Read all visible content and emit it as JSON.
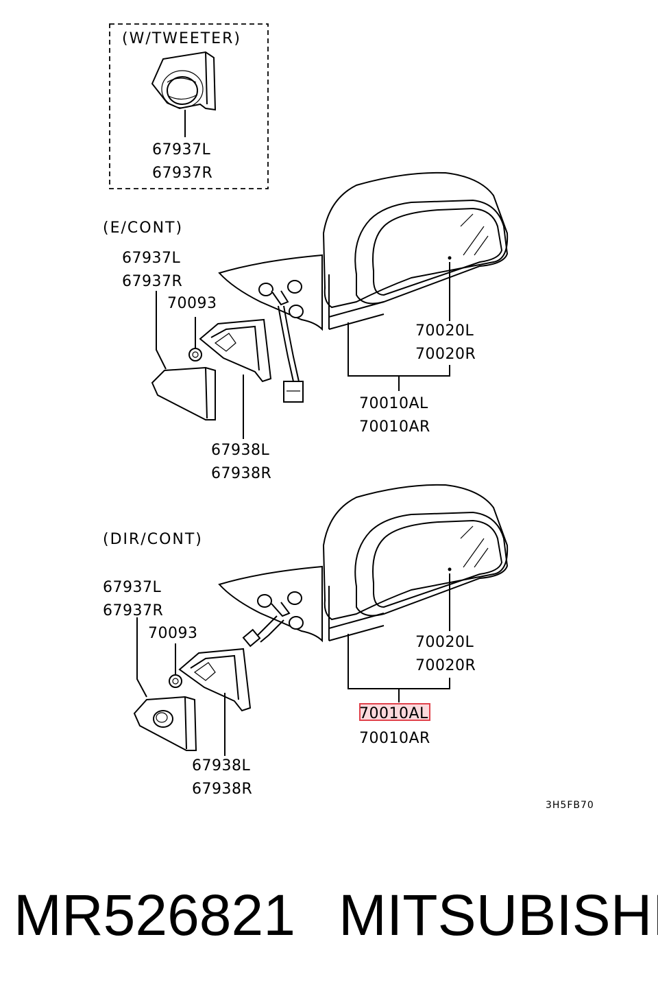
{
  "sections": {
    "tweeter": {
      "title": "(W/TWEETER)",
      "parts": [
        "67937L",
        "67937R"
      ]
    },
    "e_cont": {
      "title": "(E/CONT)",
      "cover": [
        "67937L",
        "67937R"
      ],
      "nut": "70093",
      "mirror_glass": [
        "70020L",
        "70020R"
      ],
      "mirror_assy": [
        "70010AL",
        "70010AR"
      ],
      "bracket": [
        "67938L",
        "67938R"
      ]
    },
    "dir_cont": {
      "title": "(DIR/CONT)",
      "cover": [
        "67937L",
        "67937R"
      ],
      "nut": "70093",
      "mirror_glass": [
        "70020L",
        "70020R"
      ],
      "mirror_assy": [
        "70010AL",
        "70010AR"
      ],
      "bracket": [
        "67938L",
        "67938R"
      ]
    }
  },
  "diagram_code": "3H5FB70",
  "footer": {
    "part_number": "MR526821",
    "brand": "MITSUBISHI"
  },
  "highlight": {
    "target": "70010AL",
    "color": "#e0404a"
  }
}
